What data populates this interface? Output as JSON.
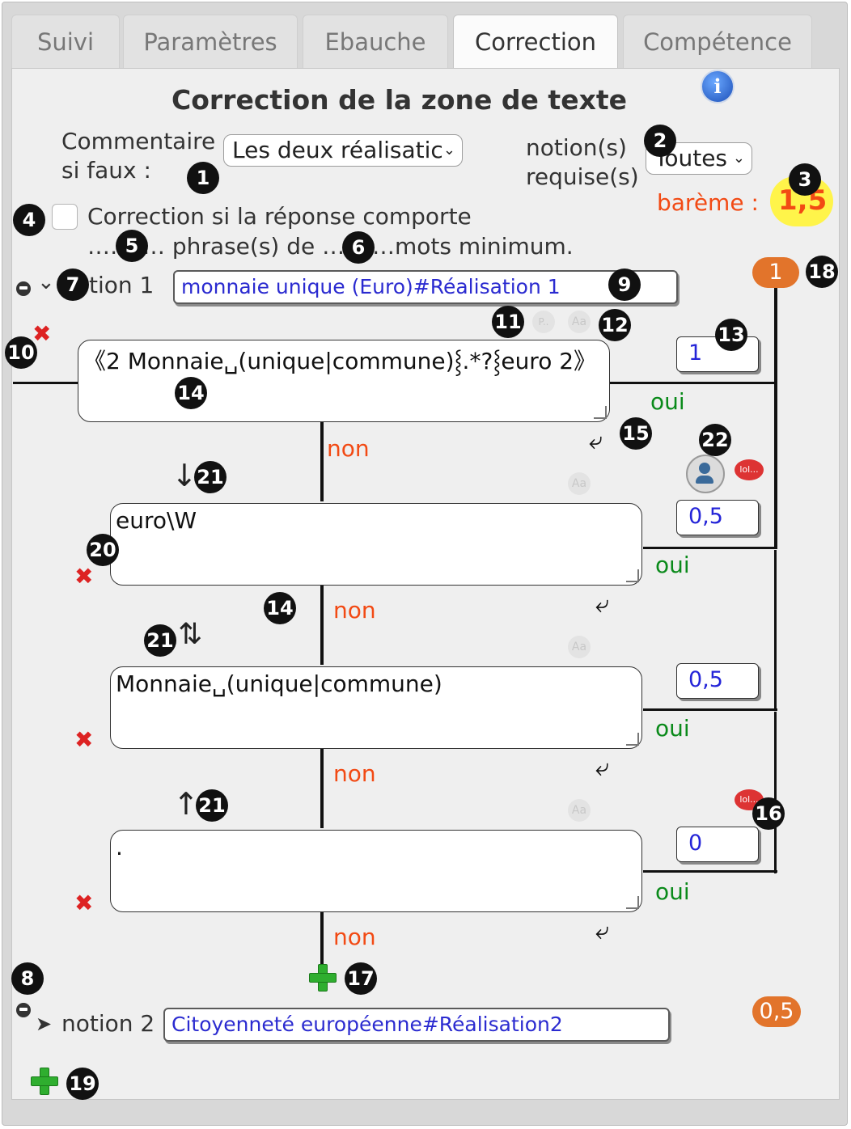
{
  "tabs": [
    "Suivi",
    "Paramètres",
    "Ebauche",
    "Correction",
    "Compétence"
  ],
  "title": "Correction de la zone de texte",
  "comment": {
    "label_line1": "Commentaire",
    "label_line2": "si faux :",
    "value": "Les deux réalisatic"
  },
  "notions_required": {
    "label_line1": "notion(s)",
    "label_line2": "requise(s)",
    "value": "Toutes"
  },
  "bareme": {
    "label": "barème :",
    "value": "1,5"
  },
  "correction_if": {
    "line1": "Correction si la réponse comporte",
    "line2_a": "……",
    "line2_b": "… phrase(s) de …",
    "line2_c": "…mots minimum."
  },
  "notion1": {
    "label": "tion 1",
    "field": "monnaie unique (Euro)#Réalisation 1",
    "points": "1"
  },
  "notion2": {
    "label": "notion 2",
    "field": "Citoyenneté européenne#Réalisation2",
    "points": "0,5"
  },
  "rules": [
    {
      "text": "《2 Monnaie␣(unique|commune)⸾.*?⸾euro 2》",
      "score": "1"
    },
    {
      "text": "euro\\W",
      "score": "0,5"
    },
    {
      "text": "Monnaie␣(unique|commune)",
      "score": "0,5"
    },
    {
      "text": ".",
      "score": "0"
    }
  ],
  "oui": "oui",
  "non": "non",
  "small_buttons": {
    "p": "P..",
    "aa": "Aa",
    "lol": "lol..."
  },
  "markers": [
    "1",
    "2",
    "3",
    "4",
    "5",
    "6",
    "7",
    "8",
    "9",
    "10",
    "11",
    "12",
    "13",
    "14",
    "14",
    "15",
    "16",
    "17",
    "18",
    "19",
    "20",
    "21",
    "21",
    "21",
    "22"
  ],
  "colors": {
    "accent_orange": "#e2742b",
    "oui_green": "#0a8a1a",
    "non_red": "#f24a14",
    "link_blue": "#2b2bd0",
    "bareme_highlight": "#fff44a"
  }
}
